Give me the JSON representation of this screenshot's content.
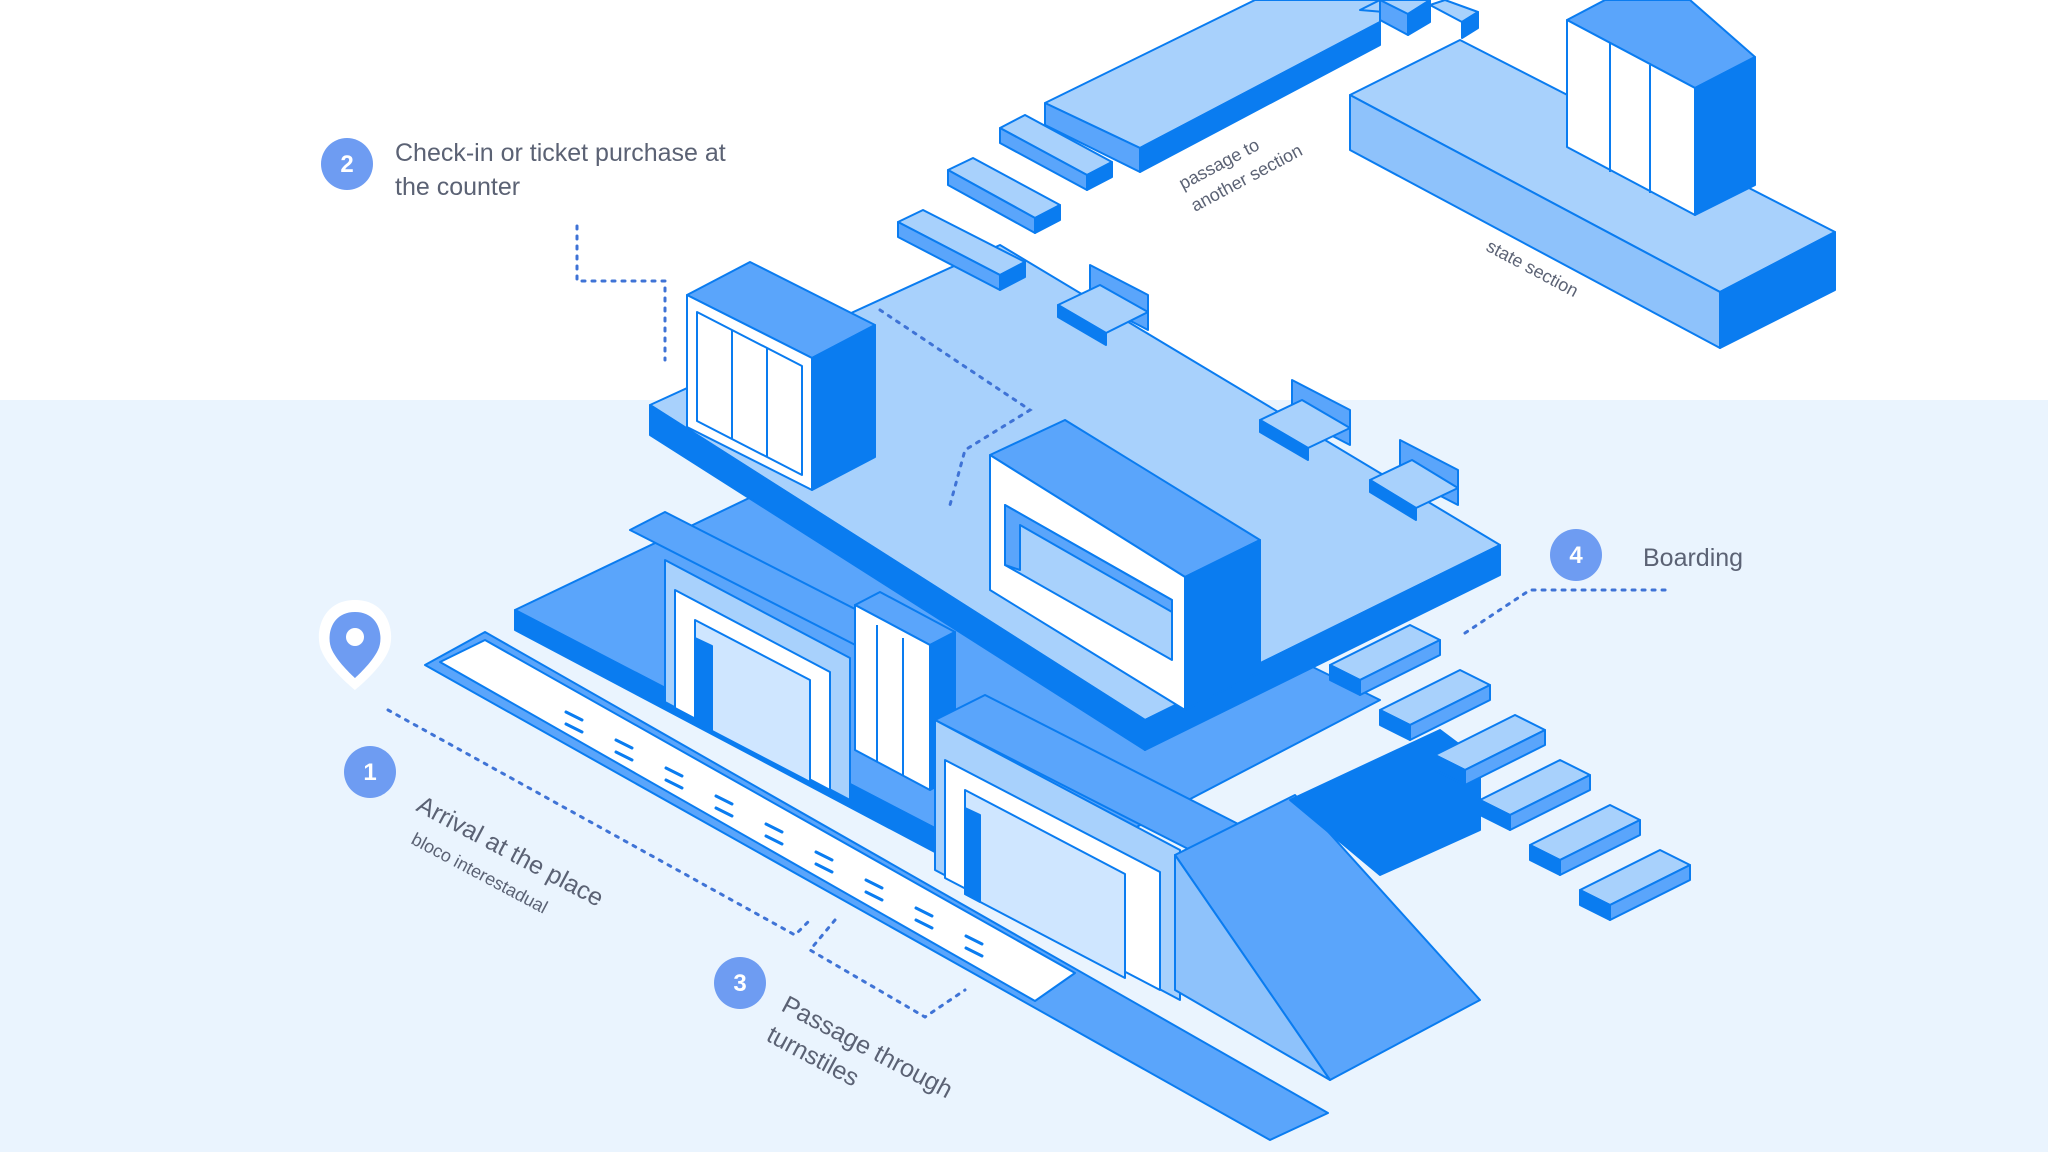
{
  "steps": {
    "arrival": {
      "number": "1",
      "title": "Arrival at the place",
      "subtitle": "bloco interestadual"
    },
    "checkin": {
      "number": "2",
      "title_line1": "Check-in or ticket purchase at",
      "title_line2": "the counter"
    },
    "turnstiles": {
      "number": "3",
      "title_line1": "Passage through",
      "title_line2": "turnstiles"
    },
    "boarding": {
      "number": "4",
      "title": "Boarding"
    }
  },
  "sections": {
    "passage_line1": "passage to",
    "passage_line2": "another section",
    "state": "state section"
  },
  "icons": {
    "location": "location-pin-icon"
  },
  "colors": {
    "background_light": "#eaf4fe",
    "primary": "#0a7cf0",
    "mid": "#5aa5fb",
    "light": "#a8d1fc",
    "pale": "#cfe6ff",
    "badge": "#6e9cf2",
    "text": "#5b6274",
    "dots": "#3f73d6"
  }
}
